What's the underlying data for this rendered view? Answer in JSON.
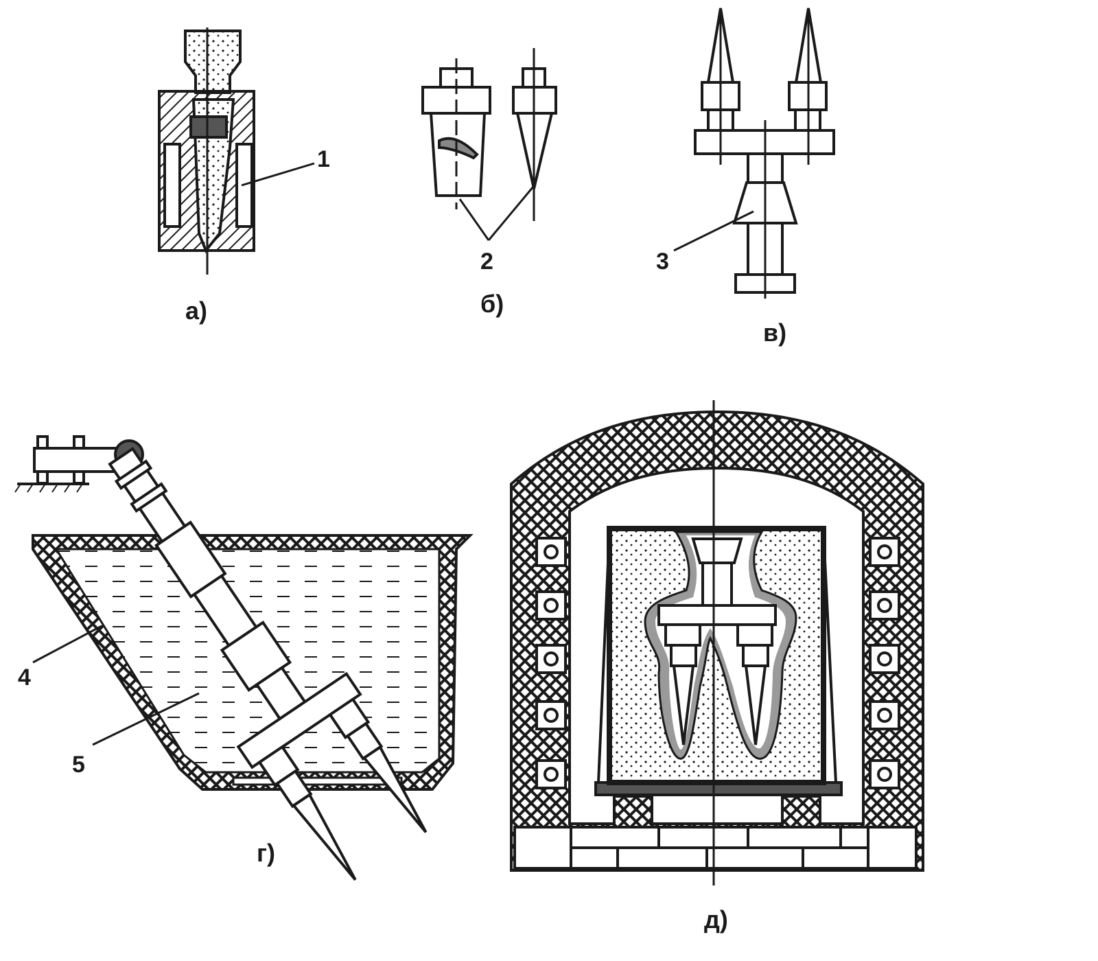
{
  "panels": {
    "a": {
      "caption": "а)",
      "callouts": [
        "1"
      ]
    },
    "b": {
      "caption": "б)",
      "callouts": [
        "2"
      ]
    },
    "v": {
      "caption": "в)",
      "callouts": [
        "3"
      ]
    },
    "g": {
      "caption": "г)",
      "callouts": [
        "4",
        "5"
      ]
    },
    "d": {
      "caption": "д)",
      "callouts": []
    }
  },
  "colors": {
    "ink": "#1a1a1a",
    "paper": "#ffffff",
    "fill_gray": "#bdbdbd"
  }
}
